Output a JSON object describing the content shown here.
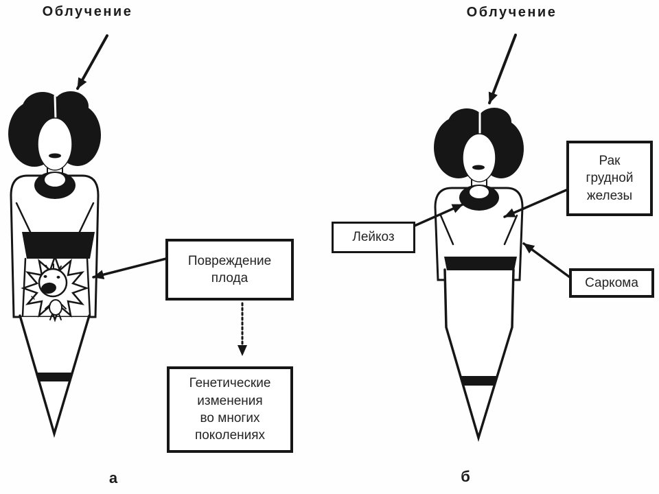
{
  "panels": {
    "left": {
      "title": "Облучение",
      "letter": "а",
      "boxes": {
        "fetal_damage": {
          "lines": [
            "Повреждение",
            "плода"
          ]
        },
        "genetic_changes": {
          "lines": [
            "Генетические",
            "изменения",
            "во многих",
            "поколениях"
          ]
        }
      }
    },
    "right": {
      "title": "Облучение",
      "letter": "б",
      "boxes": {
        "leukemia": {
          "lines": [
            "Лейкоз"
          ]
        },
        "breast_cancer": {
          "lines": [
            "Рак",
            "грудной",
            "железы"
          ]
        },
        "sarcoma": {
          "lines": [
            "Саркома"
          ]
        }
      }
    }
  },
  "icons": {
    "radiation_arrow": "arrow-down-left",
    "pointer_arrow": "arrow-pointer",
    "consequence_arrow": "dashed-arrow-down"
  },
  "colors": {
    "ink": "#1c1c1c",
    "background": "#fefefe"
  }
}
